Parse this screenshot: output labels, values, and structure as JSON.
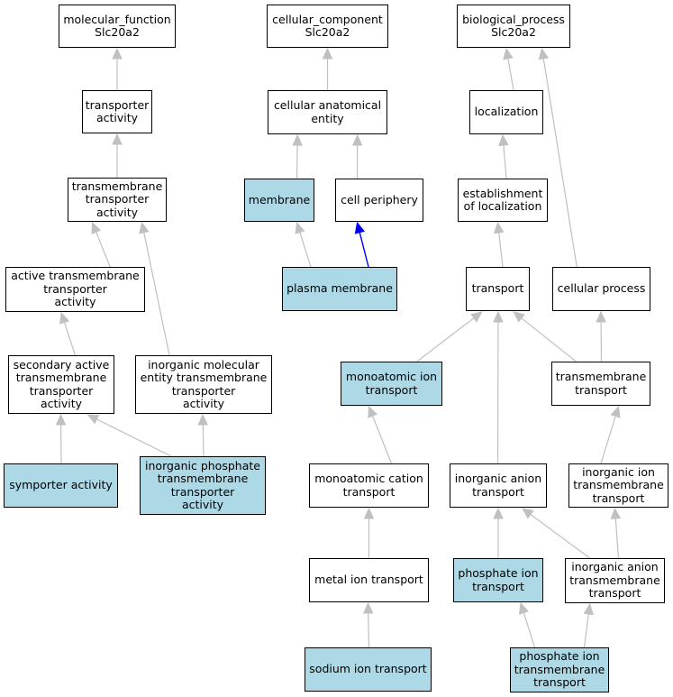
{
  "colors": {
    "highlight_fill": "#add8e6",
    "default_fill": "#ffffff",
    "edge_gray": "#c0c0c0",
    "edge_blue": "#0000ff"
  },
  "nodes": {
    "mf_root": {
      "label": "molecular_function\nSlc20a2",
      "highlighted": false
    },
    "transporter_activity": {
      "label": "transporter\nactivity",
      "highlighted": false
    },
    "tm_transporter_activity": {
      "label": "transmembrane\ntransporter\nactivity",
      "highlighted": false
    },
    "active_tm_transporter_activity": {
      "label": "active transmembrane\ntransporter\nactivity",
      "highlighted": false
    },
    "secondary_active_tm_transporter_activity": {
      "label": "secondary active\ntransmembrane\ntransporter\nactivity",
      "highlighted": false
    },
    "inorganic_molecular_entity_tm_transporter_activity": {
      "label": "inorganic molecular\nentity transmembrane\ntransporter\nactivity",
      "highlighted": false
    },
    "symporter_activity": {
      "label": "symporter activity",
      "highlighted": true
    },
    "inorganic_phosphate_tm_transporter_activity": {
      "label": "inorganic phosphate\ntransmembrane\ntransporter\nactivity",
      "highlighted": true
    },
    "cc_root": {
      "label": "cellular_component\nSlc20a2",
      "highlighted": false
    },
    "cellular_anatomical_entity": {
      "label": "cellular anatomical\nentity",
      "highlighted": false
    },
    "membrane": {
      "label": "membrane",
      "highlighted": true
    },
    "cell_periphery": {
      "label": "cell periphery",
      "highlighted": false
    },
    "plasma_membrane": {
      "label": "plasma membrane",
      "highlighted": true
    },
    "bp_root": {
      "label": "biological_process\nSlc20a2",
      "highlighted": false
    },
    "localization": {
      "label": "localization",
      "highlighted": false
    },
    "establishment_of_localization": {
      "label": "establishment\nof localization",
      "highlighted": false
    },
    "transport": {
      "label": "transport",
      "highlighted": false
    },
    "cellular_process": {
      "label": "cellular process",
      "highlighted": false
    },
    "monoatomic_ion_transport": {
      "label": "monoatomic ion\ntransport",
      "highlighted": true
    },
    "transmembrane_transport": {
      "label": "transmembrane\ntransport",
      "highlighted": false
    },
    "monoatomic_cation_transport": {
      "label": "monoatomic cation\ntransport",
      "highlighted": false
    },
    "inorganic_anion_transport": {
      "label": "inorganic anion\ntransport",
      "highlighted": false
    },
    "inorganic_ion_tm_transport": {
      "label": "inorganic ion\ntransmembrane\ntransport",
      "highlighted": false
    },
    "metal_ion_transport": {
      "label": "metal ion transport",
      "highlighted": false
    },
    "phosphate_ion_transport": {
      "label": "phosphate ion\ntransport",
      "highlighted": true
    },
    "inorganic_anion_tm_transport": {
      "label": "inorganic anion\ntransmembrane\ntransport",
      "highlighted": false
    },
    "sodium_ion_transport": {
      "label": "sodium ion transport",
      "highlighted": true
    },
    "phosphate_ion_tm_transport": {
      "label": "phosphate ion\ntransmembrane\ntransport",
      "highlighted": true
    }
  },
  "edges": [
    {
      "from": "transporter_activity",
      "to": "mf_root",
      "color": "gray"
    },
    {
      "from": "tm_transporter_activity",
      "to": "transporter_activity",
      "color": "gray"
    },
    {
      "from": "active_tm_transporter_activity",
      "to": "tm_transporter_activity",
      "color": "gray"
    },
    {
      "from": "inorganic_molecular_entity_tm_transporter_activity",
      "to": "tm_transporter_activity",
      "color": "gray"
    },
    {
      "from": "secondary_active_tm_transporter_activity",
      "to": "active_tm_transporter_activity",
      "color": "gray"
    },
    {
      "from": "symporter_activity",
      "to": "secondary_active_tm_transporter_activity",
      "color": "gray"
    },
    {
      "from": "inorganic_phosphate_tm_transporter_activity",
      "to": "secondary_active_tm_transporter_activity",
      "color": "gray"
    },
    {
      "from": "inorganic_phosphate_tm_transporter_activity",
      "to": "inorganic_molecular_entity_tm_transporter_activity",
      "color": "gray"
    },
    {
      "from": "cellular_anatomical_entity",
      "to": "cc_root",
      "color": "gray"
    },
    {
      "from": "membrane",
      "to": "cellular_anatomical_entity",
      "color": "gray"
    },
    {
      "from": "cell_periphery",
      "to": "cellular_anatomical_entity",
      "color": "gray"
    },
    {
      "from": "plasma_membrane",
      "to": "membrane",
      "color": "gray"
    },
    {
      "from": "plasma_membrane",
      "to": "cell_periphery",
      "color": "blue"
    },
    {
      "from": "localization",
      "to": "bp_root",
      "color": "gray"
    },
    {
      "from": "cellular_process",
      "to": "bp_root",
      "color": "gray"
    },
    {
      "from": "establishment_of_localization",
      "to": "localization",
      "color": "gray"
    },
    {
      "from": "transport",
      "to": "establishment_of_localization",
      "color": "gray"
    },
    {
      "from": "monoatomic_ion_transport",
      "to": "transport",
      "color": "gray"
    },
    {
      "from": "inorganic_anion_transport",
      "to": "transport",
      "color": "gray"
    },
    {
      "from": "transmembrane_transport",
      "to": "transport",
      "color": "gray"
    },
    {
      "from": "transmembrane_transport",
      "to": "cellular_process",
      "color": "gray"
    },
    {
      "from": "monoatomic_cation_transport",
      "to": "monoatomic_ion_transport",
      "color": "gray"
    },
    {
      "from": "inorganic_ion_tm_transport",
      "to": "transmembrane_transport",
      "color": "gray"
    },
    {
      "from": "metal_ion_transport",
      "to": "monoatomic_cation_transport",
      "color": "gray"
    },
    {
      "from": "sodium_ion_transport",
      "to": "metal_ion_transport",
      "color": "gray"
    },
    {
      "from": "phosphate_ion_transport",
      "to": "inorganic_anion_transport",
      "color": "gray"
    },
    {
      "from": "inorganic_anion_tm_transport",
      "to": "inorganic_anion_transport",
      "color": "gray"
    },
    {
      "from": "inorganic_anion_tm_transport",
      "to": "inorganic_ion_tm_transport",
      "color": "gray"
    },
    {
      "from": "phosphate_ion_tm_transport",
      "to": "phosphate_ion_transport",
      "color": "gray"
    },
    {
      "from": "phosphate_ion_tm_transport",
      "to": "inorganic_anion_tm_transport",
      "color": "gray"
    }
  ]
}
